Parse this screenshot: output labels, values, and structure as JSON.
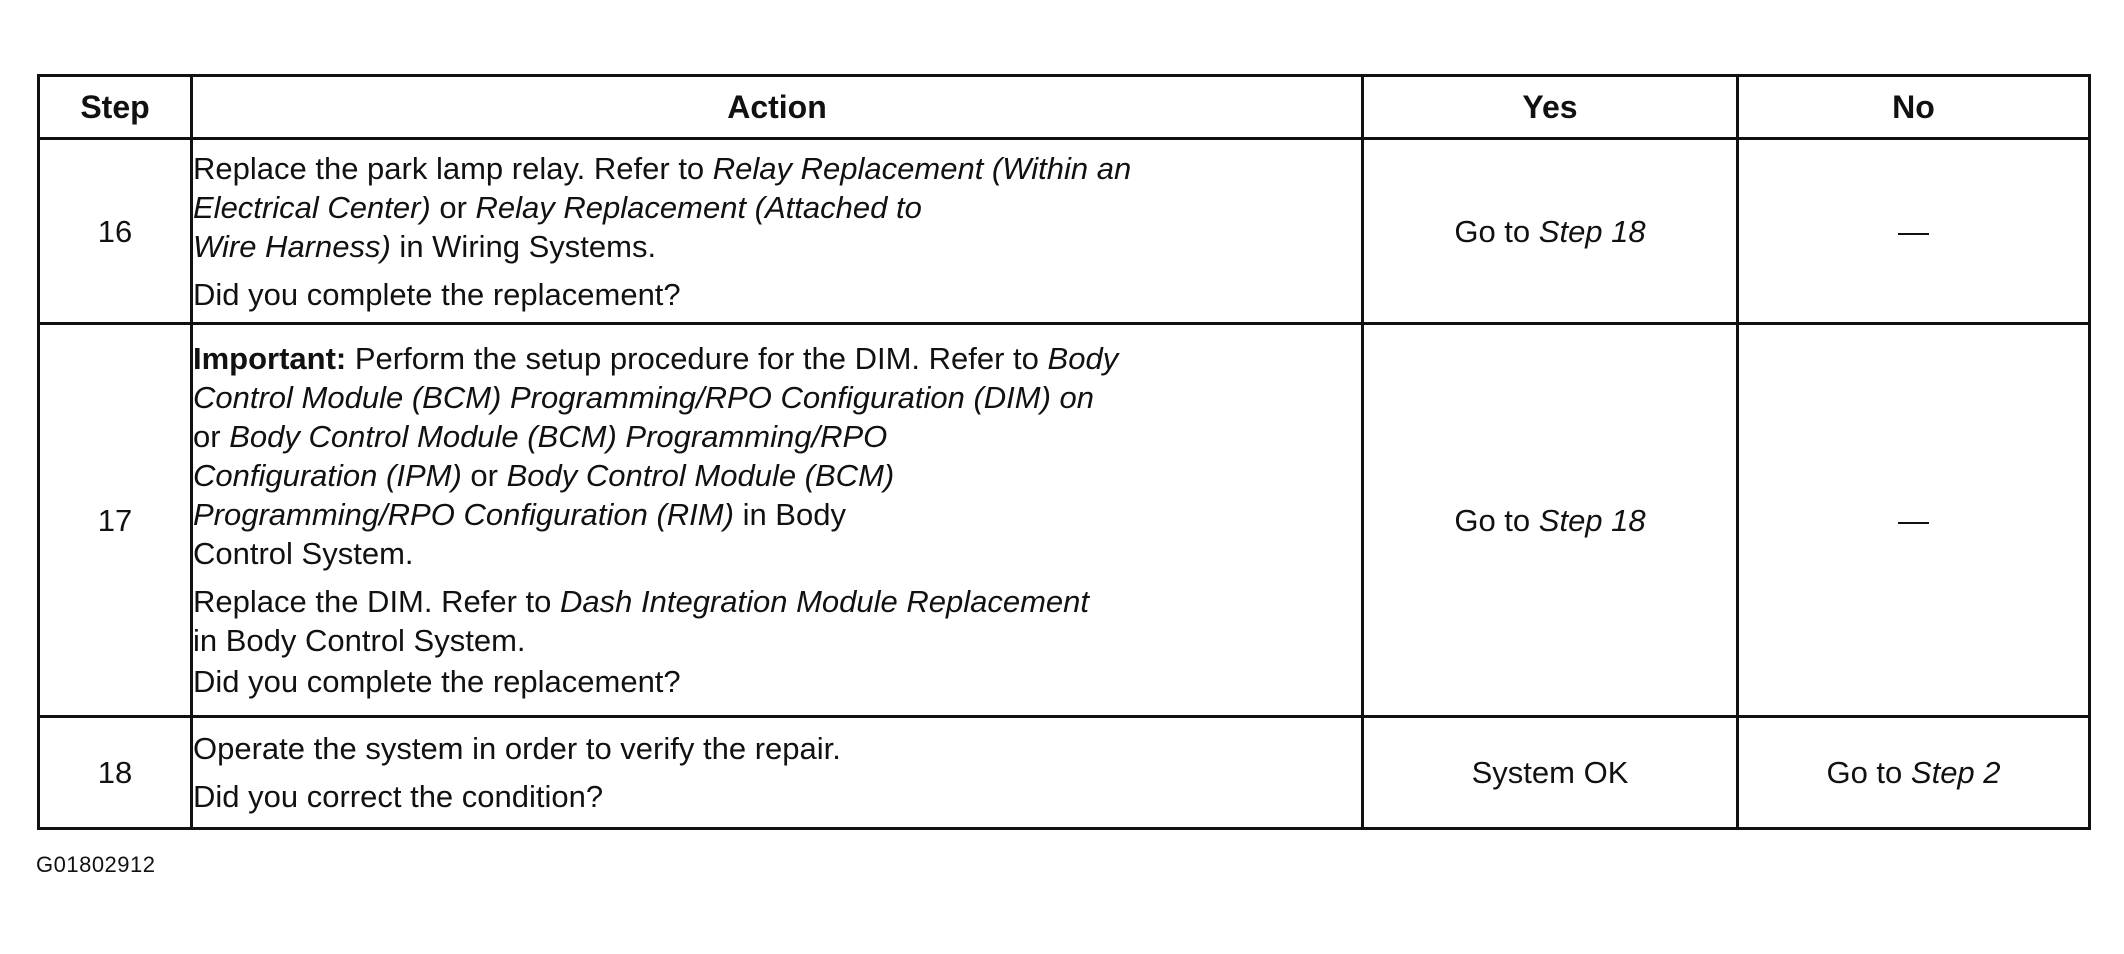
{
  "headers": {
    "step": "Step",
    "action": "Action",
    "yes": "Yes",
    "no": "No"
  },
  "rows": [
    {
      "step": "16",
      "action_lines": [
        [
          {
            "t": "Replace the park lamp relay. Refer to ",
            "s": "n"
          },
          {
            "t": "Relay Replacement (Within an",
            "s": "i"
          }
        ],
        [
          {
            "t": "Electrical Center)",
            "s": "i"
          },
          {
            "t": " or ",
            "s": "n"
          },
          {
            "t": "Relay Replacement (Attached to",
            "s": "i"
          }
        ],
        [
          {
            "t": "Wire Harness)",
            "s": "i"
          },
          {
            "t": " in Wiring Systems.",
            "s": "n"
          }
        ]
      ],
      "question": "Did you complete the replacement?",
      "yes_prefix": "Go to ",
      "yes_italic": "Step 18",
      "no": "—"
    },
    {
      "step": "17",
      "important_label": "Important:",
      "important_lines": [
        [
          {
            "t": " Perform the setup procedure for the DIM. Refer to ",
            "s": "n"
          },
          {
            "t": "Body",
            "s": "i"
          }
        ],
        [
          {
            "t": "Control Module (BCM) Programming/RPO Configuration (DIM) on",
            "s": "i"
          }
        ],
        [
          {
            "t": "or ",
            "s": "n"
          },
          {
            "t": "Body Control Module (BCM) Programming/RPO",
            "s": "i"
          }
        ],
        [
          {
            "t": "Configuration (IPM)",
            "s": "i"
          },
          {
            "t": " or ",
            "s": "n"
          },
          {
            "t": "Body Control Module (BCM)",
            "s": "i"
          }
        ],
        [
          {
            "t": "Programming/RPO Configuration (RIM)",
            "s": "i"
          },
          {
            "t": " in Body",
            "s": "n"
          }
        ],
        [
          {
            "t": "Control System.",
            "s": "n"
          }
        ]
      ],
      "replace_lines": [
        [
          {
            "t": "Replace the DIM. Refer to ",
            "s": "n"
          },
          {
            "t": "Dash Integration Module Replacement",
            "s": "i"
          }
        ],
        [
          {
            "t": "in Body Control System.",
            "s": "n"
          }
        ]
      ],
      "question": "Did you complete the replacement?",
      "yes_prefix": "Go to ",
      "yes_italic": "Step 18",
      "no": "—"
    },
    {
      "step": "18",
      "action_text": "Operate the system in order to verify the repair.",
      "question": "Did you correct the condition?",
      "yes": "System OK",
      "no_prefix": "Go to ",
      "no_italic": "Step 2"
    }
  ],
  "figure_id": "G01802912"
}
